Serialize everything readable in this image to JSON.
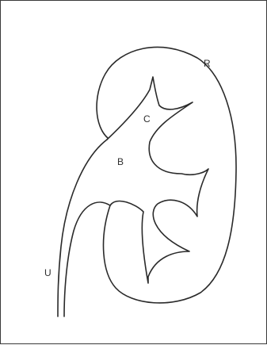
{
  "diagram": {
    "labels": {
      "r": "R",
      "c": "C",
      "b": "B",
      "u": "U"
    },
    "colors": {
      "line": "#2a2a2a",
      "text": "#2e2e2e",
      "background": "#ffffff",
      "frame": "#3a3a3a"
    }
  }
}
